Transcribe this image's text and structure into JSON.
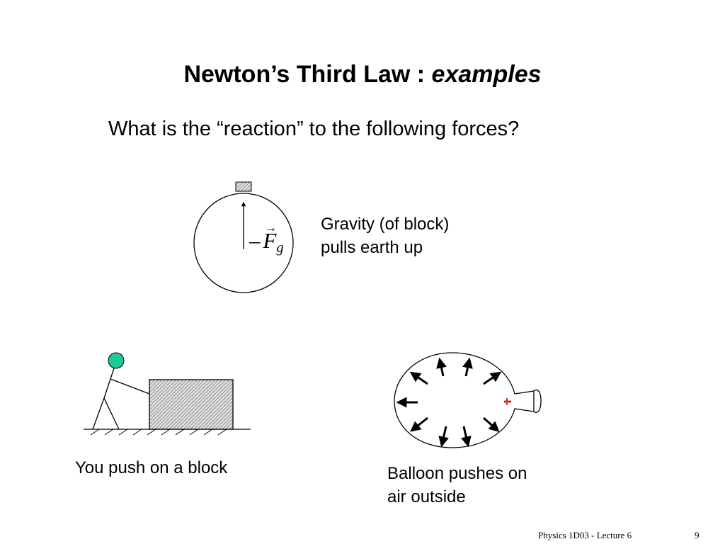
{
  "slide": {
    "title": "Newton’s Third Law : ",
    "title_emphasis": "examples",
    "subtitle": "What is the “reaction” to the following forces?",
    "examples": [
      {
        "label_lines": [
          "Gravity (of block)",
          "pulls earth up"
        ],
        "symbol_sign": "–",
        "symbol_letter": "F",
        "symbol_subscript": "g"
      },
      {
        "label_lines": [
          "You push on a block"
        ]
      },
      {
        "label_lines": [
          "Balloon pushes on",
          "air outside"
        ]
      }
    ],
    "footer": {
      "course": "Physics 1D03 - Lecture 6",
      "page_number": "9"
    }
  },
  "colors": {
    "person_head": "#1fc996",
    "balloon_valve": "#c0392b",
    "ink": "#000000",
    "hatch_fill": "#cfcfcf"
  }
}
